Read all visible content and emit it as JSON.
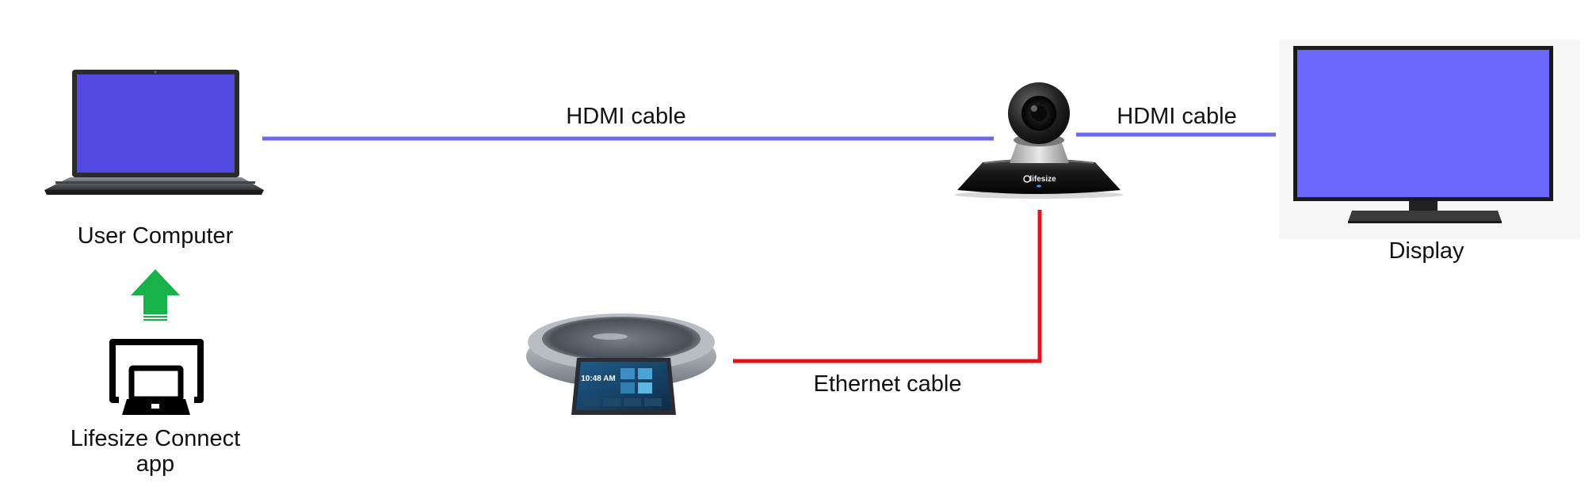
{
  "labels": {
    "user_computer": "User Computer",
    "display": "Display",
    "hdmi_cable_left": "HDMI cable",
    "hdmi_cable_right": "HDMI cable",
    "ethernet_cable": "Ethernet cable",
    "app_line1": "Lifesize Connect",
    "app_line2": "app",
    "camera_brand": "lifesize",
    "phone_clock": "10:48 AM"
  },
  "colors": {
    "hdmi_line": "#6b6bea",
    "ethernet_line": "#e3121e",
    "upload_arrow": "#17b34a",
    "laptop_screen": "#5449e0",
    "display_screen": "#6a68fb"
  },
  "icons": {
    "laptop": "laptop-icon",
    "camera": "ptz-camera-icon",
    "display": "tv-display-icon",
    "phone": "conference-phone-icon",
    "arrow": "arrow-up-icon",
    "app": "screen-share-icon"
  }
}
